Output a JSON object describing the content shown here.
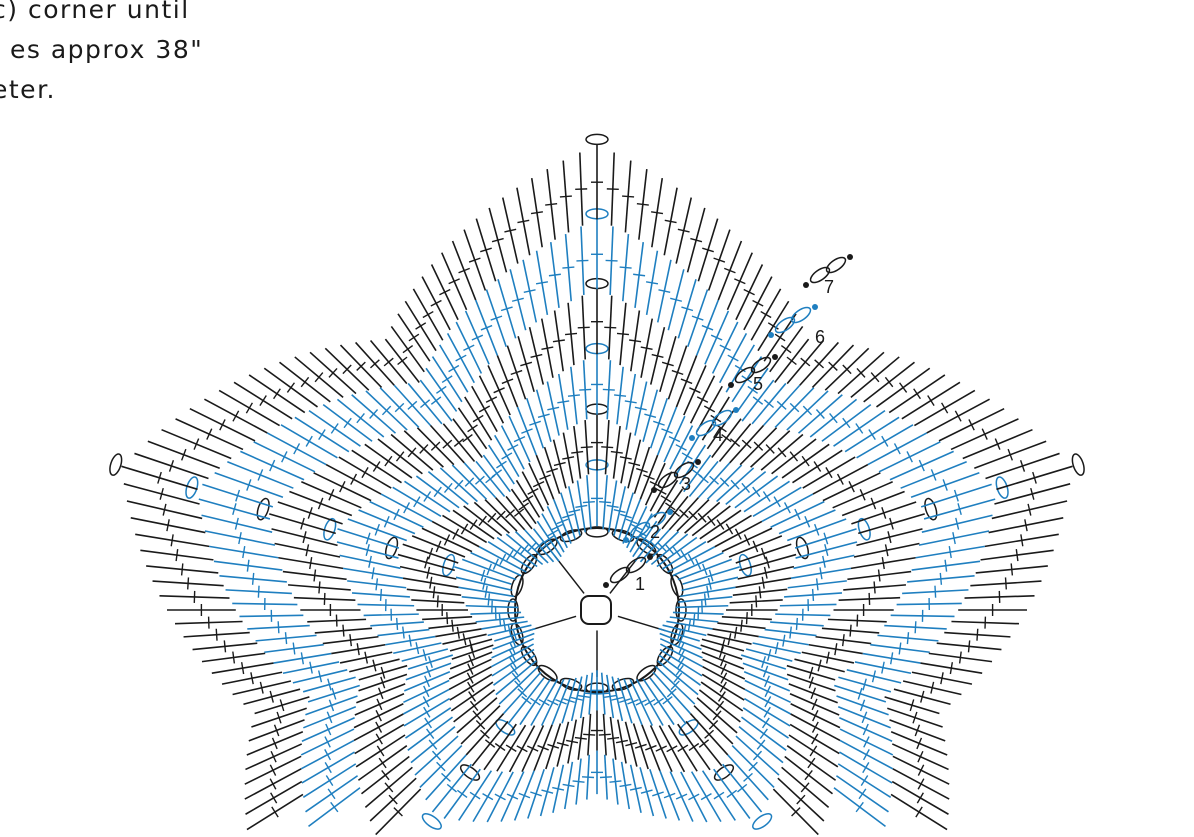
{
  "caption": {
    "line1": "c) corner until",
    "line2": "es approx 38\"",
    "line3": "eter."
  },
  "rounds": [
    "1",
    "2",
    "3",
    "4",
    "5",
    "6",
    "7"
  ],
  "colors": {
    "black": "#1a1a1a",
    "blue": "#1f7fc0",
    "background": "#ffffff"
  }
}
